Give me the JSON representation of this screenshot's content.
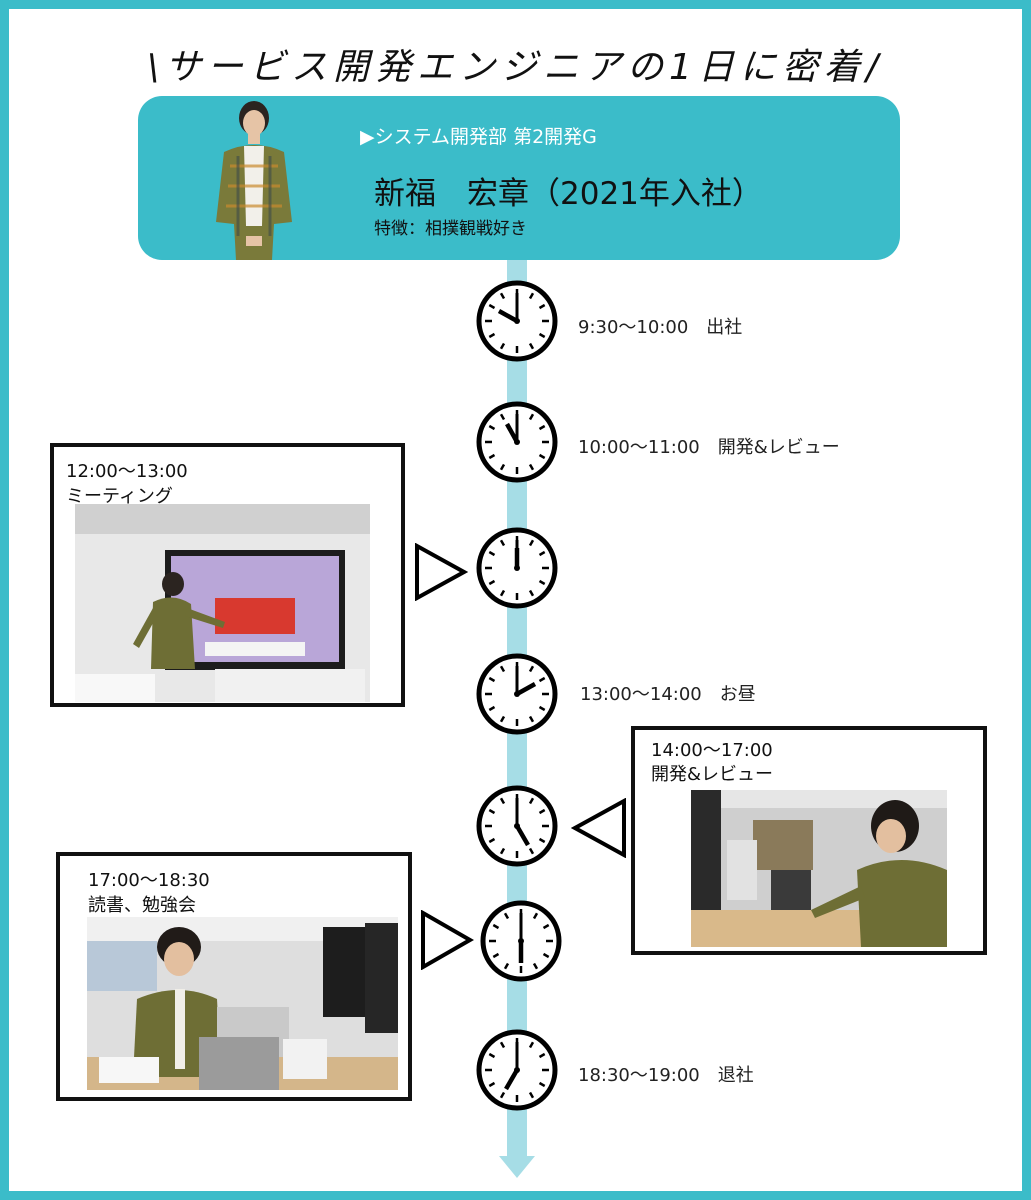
{
  "page_title": "\\サービス開発エンジニアの1日に密着/",
  "profile": {
    "department": "▶システム開発部 第2開発G",
    "name": "新福　宏章（2021年入社）",
    "feature": "特徴：相撲観戦好き"
  },
  "timeline": [
    {
      "time": "9:30〜10:00",
      "label": "出社"
    },
    {
      "time": "10:00〜11:00",
      "label": "開発&レビュー"
    },
    {
      "time": "13:00〜14:00",
      "label": "お昼"
    },
    {
      "time": "18:30〜19:00",
      "label": "退社"
    }
  ],
  "events": [
    {
      "time": "12:00〜13:00",
      "title": "ミーティング"
    },
    {
      "time": "14:00〜17:00",
      "title": "開発&レビュー"
    },
    {
      "time": "17:00〜18:30",
      "title": "読書、勉強会"
    }
  ],
  "colors": {
    "accent": "#3bbcc9",
    "timeline": "#a6dde6",
    "outline": "#111111"
  }
}
